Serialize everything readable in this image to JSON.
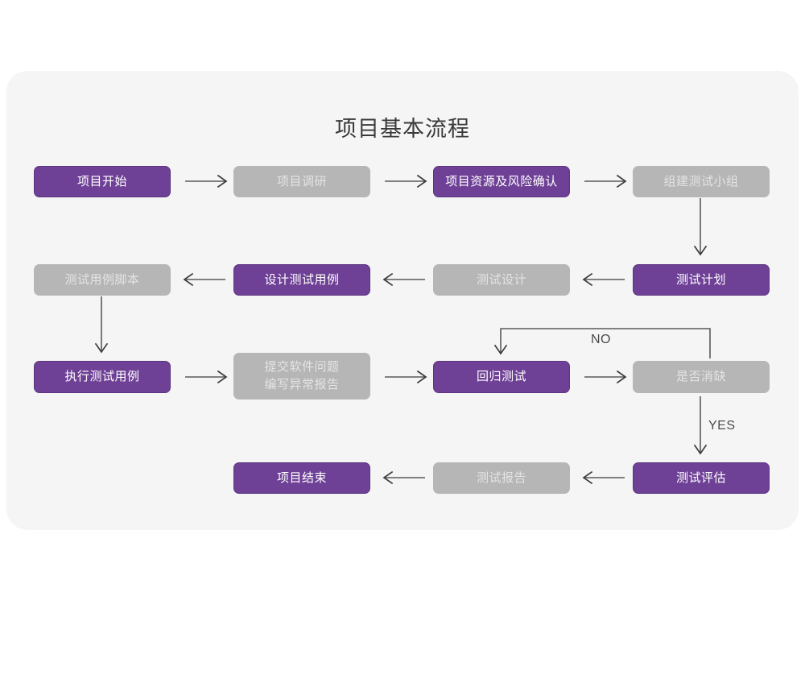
{
  "title": "项目基本流程",
  "theme": {
    "page_background": "#ffffff",
    "card_background": "#f5f5f5",
    "active_fill": "#6f4196",
    "active_border": "#5c3580",
    "active_text": "#ffffff",
    "inactive_fill": "#b6b6b6",
    "inactive_text": "#e4e4e4",
    "connector": "#5a5a5a",
    "title_text": "#3a3a3a"
  },
  "chart_data": {
    "type": "diagram",
    "title": "项目基本流程",
    "nodes": [
      {
        "id": "n1",
        "label": "项目开始",
        "state": "active",
        "row": 1,
        "col": 1
      },
      {
        "id": "n2",
        "label": "项目调研",
        "state": "inactive",
        "row": 1,
        "col": 2
      },
      {
        "id": "n3",
        "label": "项目资源及风险确认",
        "state": "active",
        "row": 1,
        "col": 3
      },
      {
        "id": "n4",
        "label": "组建测试小组",
        "state": "inactive",
        "row": 1,
        "col": 4
      },
      {
        "id": "n5",
        "label": "测试计划",
        "state": "active",
        "row": 2,
        "col": 4
      },
      {
        "id": "n6",
        "label": "测试设计",
        "state": "inactive",
        "row": 2,
        "col": 3
      },
      {
        "id": "n7",
        "label": "设计测试用例",
        "state": "active",
        "row": 2,
        "col": 2
      },
      {
        "id": "n8",
        "label": "测试用例脚本",
        "state": "inactive",
        "row": 2,
        "col": 1
      },
      {
        "id": "n9",
        "label": "执行测试用例",
        "state": "active",
        "row": 3,
        "col": 1
      },
      {
        "id": "n10",
        "label": "提交软件问题\n编写异常报告",
        "state": "inactive",
        "row": 3,
        "col": 2
      },
      {
        "id": "n11",
        "label": "回归测试",
        "state": "active",
        "row": 3,
        "col": 3
      },
      {
        "id": "n12",
        "label": "是否消缺",
        "state": "inactive",
        "row": 3,
        "col": 4
      },
      {
        "id": "n13",
        "label": "测试评估",
        "state": "active",
        "row": 4,
        "col": 4
      },
      {
        "id": "n14",
        "label": "测试报告",
        "state": "inactive",
        "row": 4,
        "col": 3
      },
      {
        "id": "n15",
        "label": "项目结束",
        "state": "active",
        "row": 4,
        "col": 2
      }
    ],
    "edges": [
      {
        "from": "n1",
        "to": "n2",
        "label": "",
        "direction": "right"
      },
      {
        "from": "n2",
        "to": "n3",
        "label": "",
        "direction": "right"
      },
      {
        "from": "n3",
        "to": "n4",
        "label": "",
        "direction": "right"
      },
      {
        "from": "n4",
        "to": "n5",
        "label": "",
        "direction": "down"
      },
      {
        "from": "n5",
        "to": "n6",
        "label": "",
        "direction": "left"
      },
      {
        "from": "n6",
        "to": "n7",
        "label": "",
        "direction": "left"
      },
      {
        "from": "n7",
        "to": "n8",
        "label": "",
        "direction": "left"
      },
      {
        "from": "n8",
        "to": "n9",
        "label": "",
        "direction": "down"
      },
      {
        "from": "n9",
        "to": "n10",
        "label": "",
        "direction": "right"
      },
      {
        "from": "n10",
        "to": "n11",
        "label": "",
        "direction": "right"
      },
      {
        "from": "n11",
        "to": "n12",
        "label": "",
        "direction": "right"
      },
      {
        "from": "n12",
        "to": "n11",
        "label": "NO",
        "direction": "up-left-down"
      },
      {
        "from": "n12",
        "to": "n13",
        "label": "YES",
        "direction": "down"
      },
      {
        "from": "n13",
        "to": "n14",
        "label": "",
        "direction": "left"
      },
      {
        "from": "n14",
        "to": "n15",
        "label": "",
        "direction": "left"
      }
    ],
    "edge_labels": {
      "no": "NO",
      "yes": "YES"
    }
  }
}
